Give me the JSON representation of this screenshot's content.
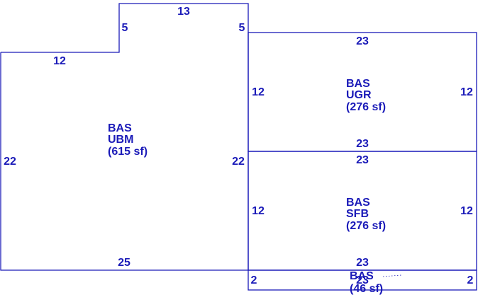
{
  "areas": [
    {
      "code": "BAS",
      "name": "UBM",
      "size": "(615 sf)"
    },
    {
      "code": "BAS",
      "name": "UGR",
      "size": "(276 sf)"
    },
    {
      "code": "BAS",
      "name": "SFB",
      "size": "(276 sf)"
    },
    {
      "code": "BAS",
      "name": "",
      "size": "(46 sf)"
    }
  ],
  "dimensions": {
    "ubm": {
      "top_notch": "13",
      "notch_left": "5",
      "notch_right": "5",
      "upper_left": "12",
      "left": "22",
      "right": "22",
      "bottom": "25"
    },
    "ugr": {
      "top": "23",
      "left": "12",
      "right": "12",
      "bottom": "23"
    },
    "sfb": {
      "top": "23",
      "left": "12",
      "right": "12",
      "bottom": "23"
    },
    "strip": {
      "left": "2",
      "right": "2",
      "top": "23"
    }
  },
  "colors": {
    "line": "#1a1ab8",
    "text": "#1a1ab8",
    "background": "#ffffff"
  }
}
